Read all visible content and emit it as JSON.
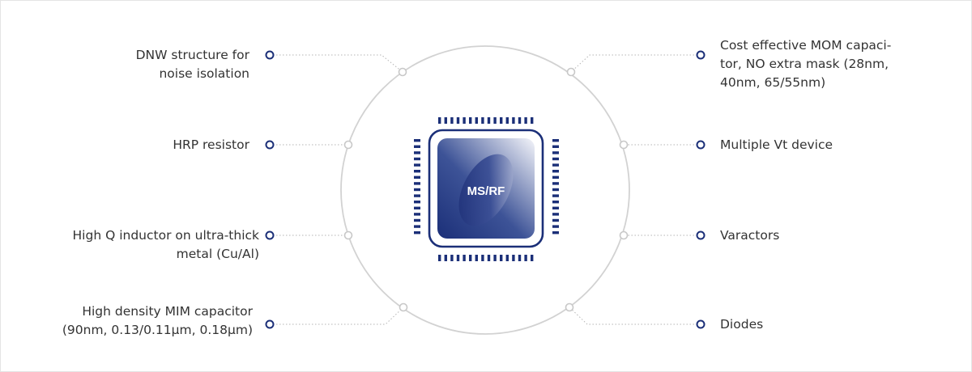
{
  "chip": {
    "label": "MS/RF"
  },
  "features_left": [
    {
      "text": "DNW structure for\nnoise isolation"
    },
    {
      "text": "HRP resistor"
    },
    {
      "text": "High Q inductor on ultra-thick\nmetal (Cu/Al)"
    },
    {
      "text": "High density MIM capacitor\n(90nm, 0.13/0.11µm, 0.18µm)"
    }
  ],
  "features_right": [
    {
      "text": "Cost effective  MOM capaci-\ntor, NO extra mask (28nm,\n40nm, 65/55nm)"
    },
    {
      "text": "Multiple Vt device"
    },
    {
      "text": "Varactors"
    },
    {
      "text": "Diodes"
    }
  ],
  "colors": {
    "chip_dark": "#1b2f78",
    "chip_light": "#ffffff",
    "marker": "#1b2f78",
    "circle": "#d2d2d2",
    "text": "#333333"
  }
}
